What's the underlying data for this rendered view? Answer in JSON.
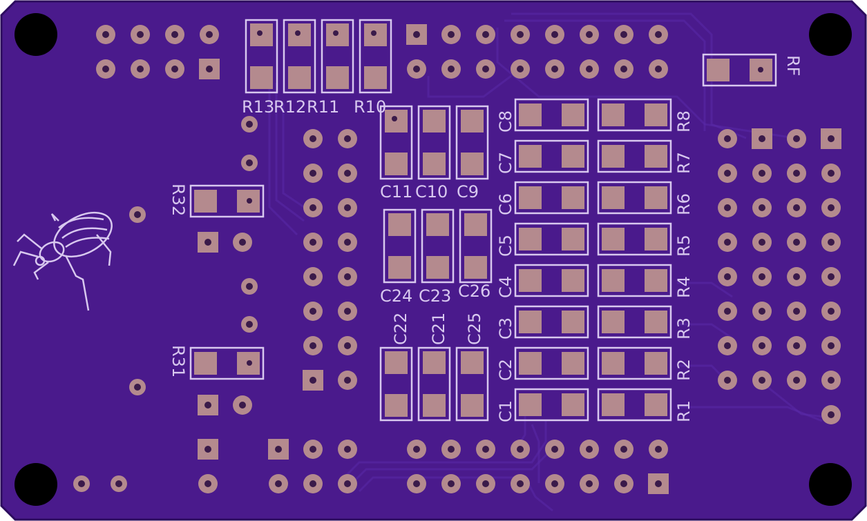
{
  "board": {
    "colors": {
      "pcb": "#4a1a8c",
      "pcb_edge": "#2c0c5e",
      "pad": "#b48a8e",
      "silkscreen": "#d8c8ef",
      "mount_hole": "#000000"
    },
    "silk_labels": {
      "r13": "R13",
      "r12": "R12",
      "r11": "R11",
      "r10": "R10",
      "rf": "RF",
      "c11": "C11",
      "c10": "C10",
      "c9": "C9",
      "c24": "C24",
      "c23": "C23",
      "c26": "C26",
      "c22": "C22",
      "c21": "C21",
      "c25": "C25",
      "r32": "R32",
      "r31": "R31",
      "c8": "C8",
      "c7": "C7",
      "c6": "C6",
      "c5": "C5",
      "c4": "C4",
      "c3": "C3",
      "c2": "C2",
      "c1": "C1",
      "r8": "R8",
      "r7": "R7",
      "r6": "R6",
      "r5": "R5",
      "r4": "R4",
      "r3": "R3",
      "r2": "R2",
      "r1": "R1"
    },
    "logo_icon": "beetle-icon"
  }
}
